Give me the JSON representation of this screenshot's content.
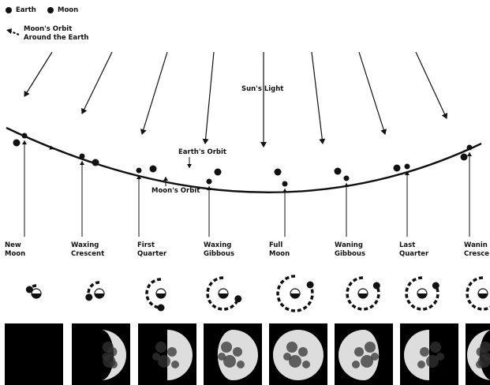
{
  "legend": {
    "earth": "Earth",
    "moon": "Moon",
    "orbit_line1": "Moon's Orbit",
    "orbit_line2": "Around the Earth"
  },
  "labels": {
    "sun": "Sun's Light",
    "earth_orbit": "Earth's Orbit",
    "moon_orbit": "Moon's Orbit"
  },
  "phases": [
    {
      "line1": "New",
      "line2": "Moon",
      "lit": 0.0,
      "side": "none"
    },
    {
      "line1": "Waxing",
      "line2": "Crescent",
      "lit": 0.25,
      "side": "right"
    },
    {
      "line1": "First",
      "line2": "Quarter",
      "lit": 0.5,
      "side": "right"
    },
    {
      "line1": "Waxing",
      "line2": "Gibbous",
      "lit": 0.8,
      "side": "right"
    },
    {
      "line1": "Full",
      "line2": "Moon",
      "lit": 1.0,
      "side": "full"
    },
    {
      "line1": "Waning",
      "line2": "Gibbous",
      "lit": 0.8,
      "side": "left"
    },
    {
      "line1": "Last",
      "line2": "Quarter",
      "lit": 0.5,
      "side": "left"
    },
    {
      "line1": "Wanin",
      "line2": "Cresce",
      "lit": 0.25,
      "side": "left"
    }
  ]
}
